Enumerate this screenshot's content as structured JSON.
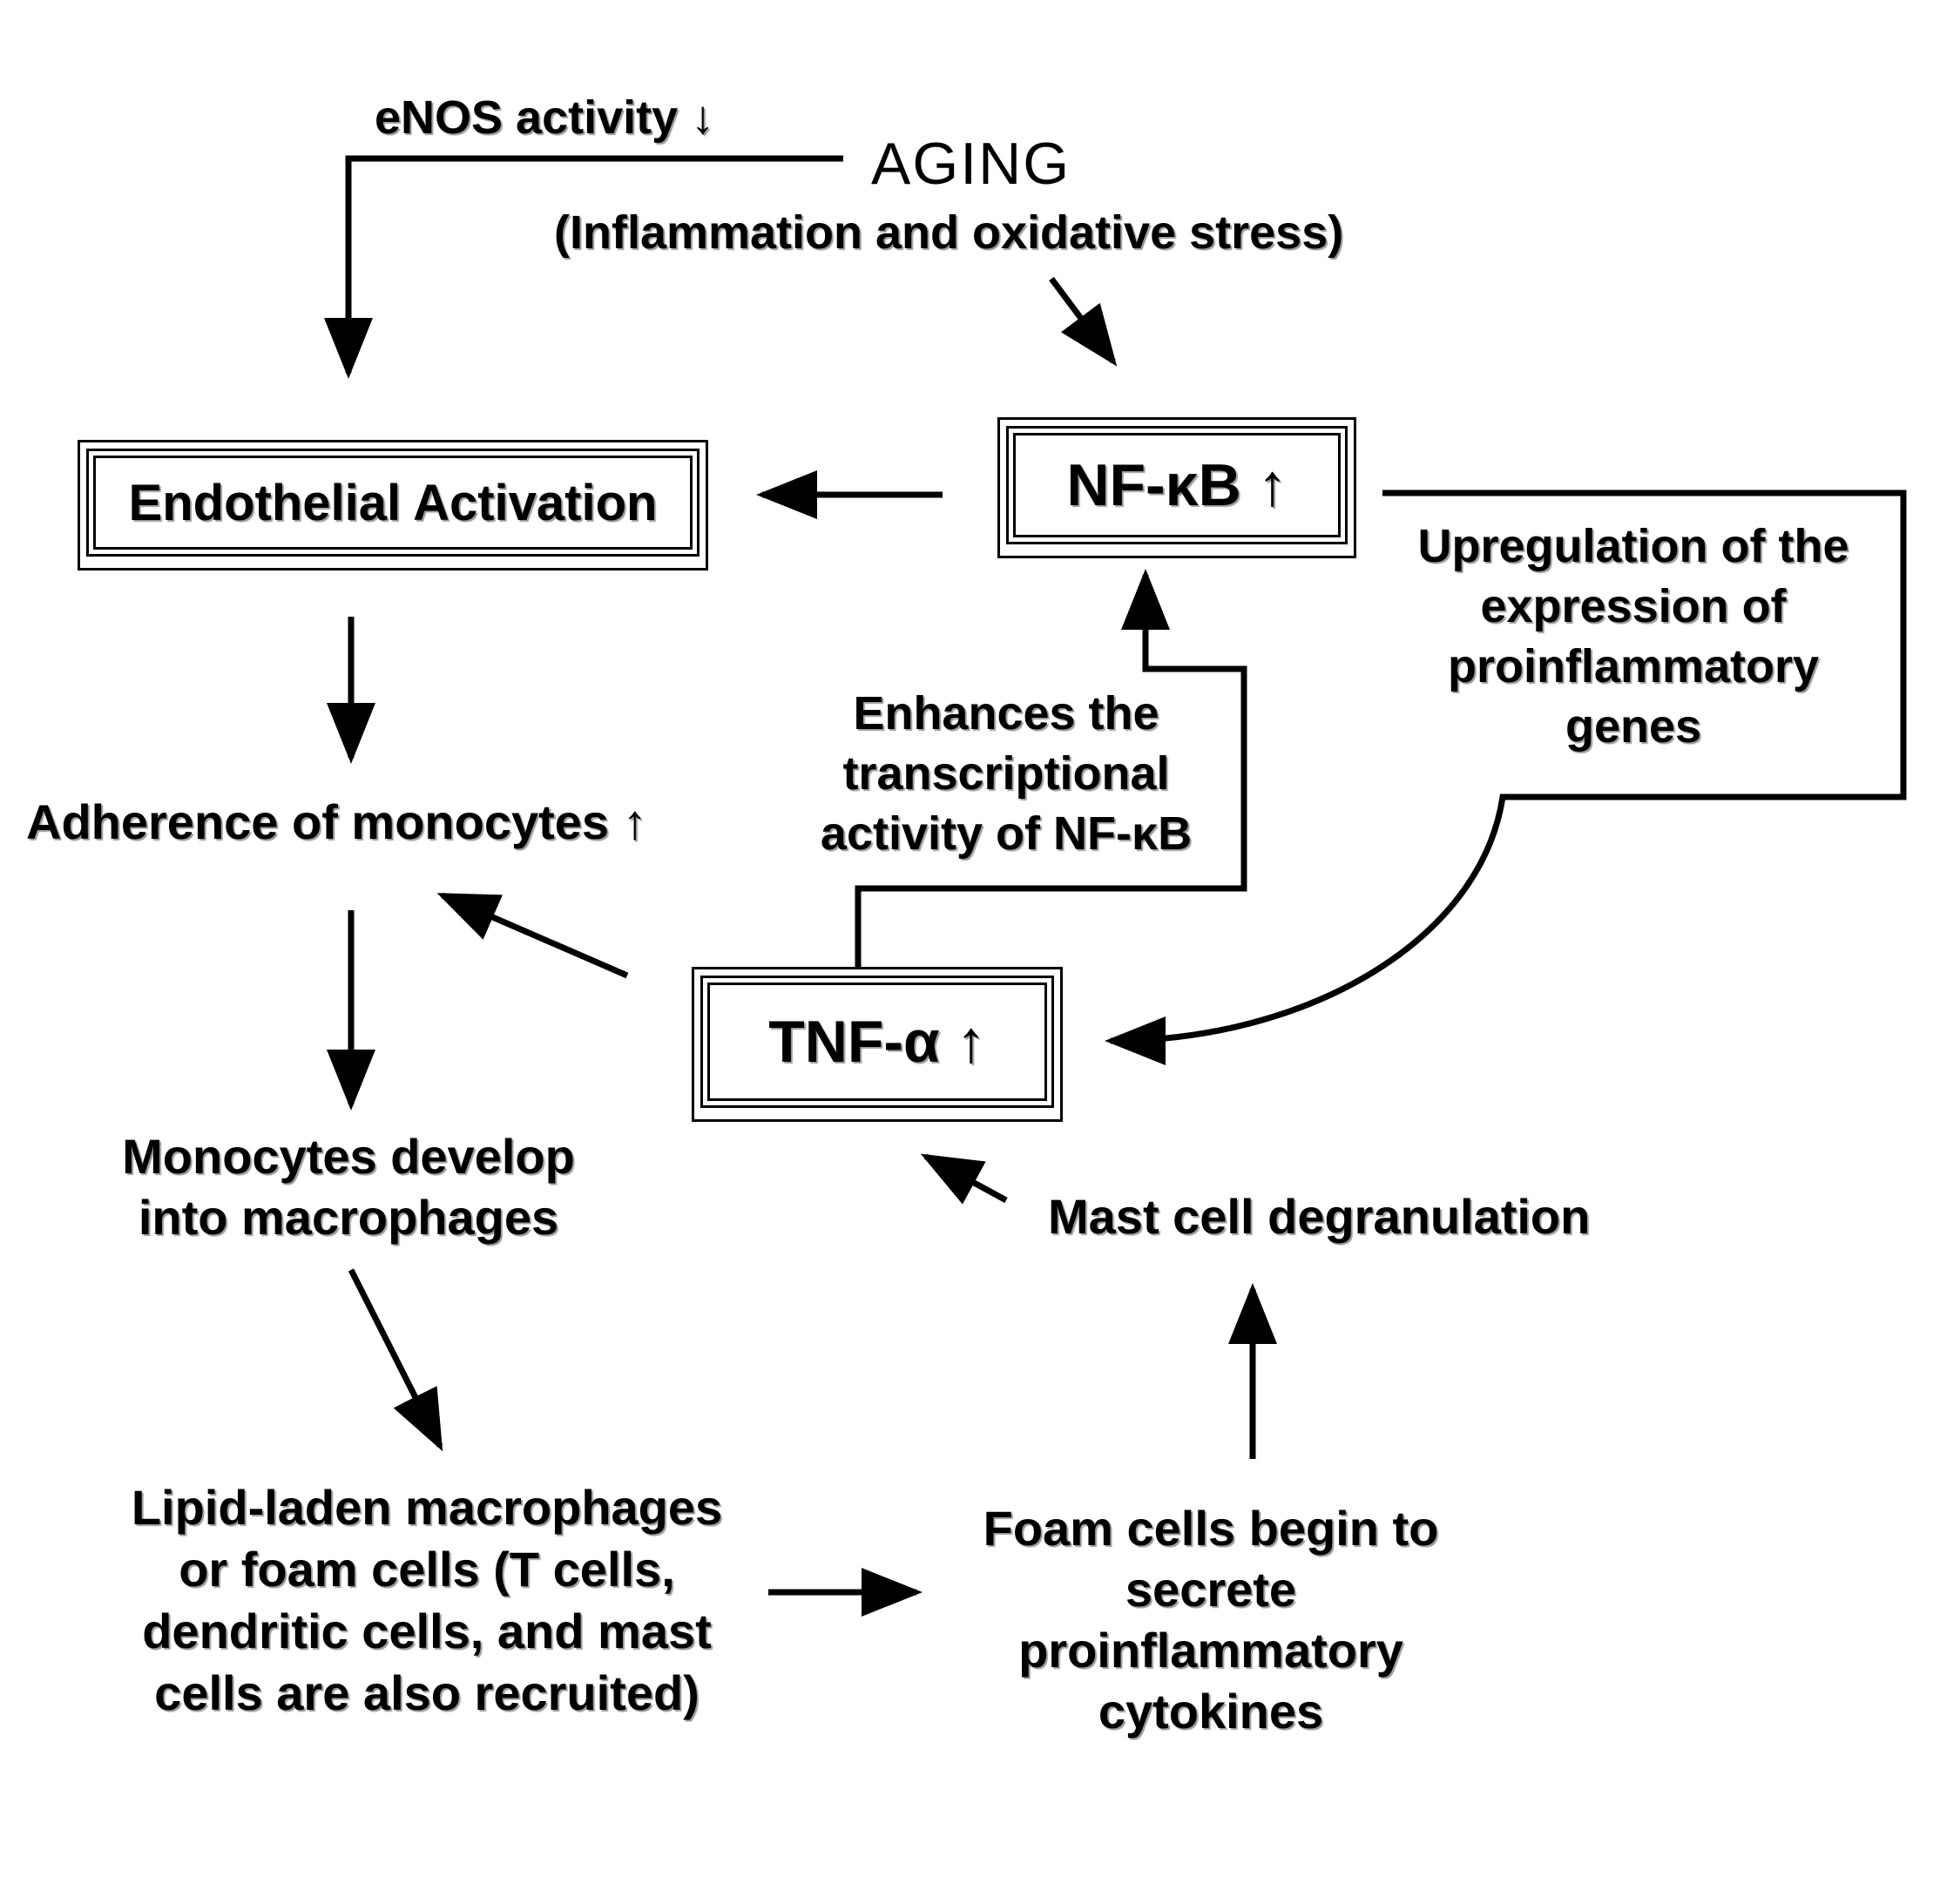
{
  "aging": {
    "title": "AGING",
    "subtitle": "(Inflammation and oxidative stress)"
  },
  "enos_label": "eNOS activity ↓",
  "nodes": {
    "endothelial": "Endothelial Activation",
    "nfkb": "NF-κB ↑",
    "adherence": "Adherence of monocytes ↑",
    "tnf": "TNF-α ↑",
    "monocytes_develop": "Monocytes develop\ninto macrophages",
    "mast_cell": "Mast cell degranulation",
    "lipid_laden": "Lipid-laden macrophages\nor foam cells (T cells,\ndendritic cells, and mast\ncells are also recruited)",
    "foam_cells": "Foam cells begin to\nsecrete proinflammatory\ncytokines"
  },
  "edge_labels": {
    "upregulation": "Upregulation of the\nexpression of\nproinflammatory\ngenes",
    "enhances": "Enhances the\ntranscriptional\nactivity of NF-κB"
  }
}
